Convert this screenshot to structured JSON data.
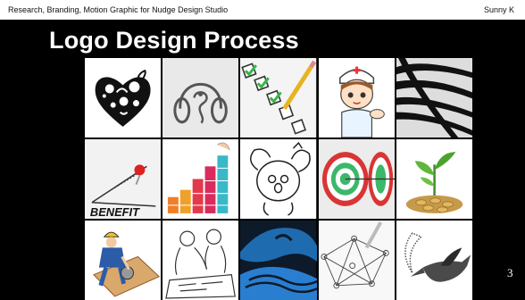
{
  "header": {
    "left_text": "Research, Branding, Motion Graphic for Nudge Design Studio",
    "right_text": "Sunny K"
  },
  "slide": {
    "title": "Logo Design Process",
    "page_number": "3"
  },
  "tiles": [
    {
      "icon": "ornamental-heart-icon"
    },
    {
      "icon": "headphones-icon"
    },
    {
      "icon": "checklist-icon"
    },
    {
      "icon": "nurse-cartoon-icon"
    },
    {
      "icon": "zebra-pattern-icon"
    },
    {
      "icon": "benefit-graph-icon"
    },
    {
      "icon": "bar-blocks-icon"
    },
    {
      "icon": "koala-sketch-icon"
    },
    {
      "icon": "target-icon"
    },
    {
      "icon": "plant-coins-icon"
    },
    {
      "icon": "worker-saw-icon"
    },
    {
      "icon": "sketch-people-icon"
    },
    {
      "icon": "blue-wave-logo-icon"
    },
    {
      "icon": "network-sketch-icon"
    },
    {
      "icon": "swallow-bird-icon"
    }
  ],
  "tiles_text": {
    "benefit_label": "BENEFIT"
  }
}
